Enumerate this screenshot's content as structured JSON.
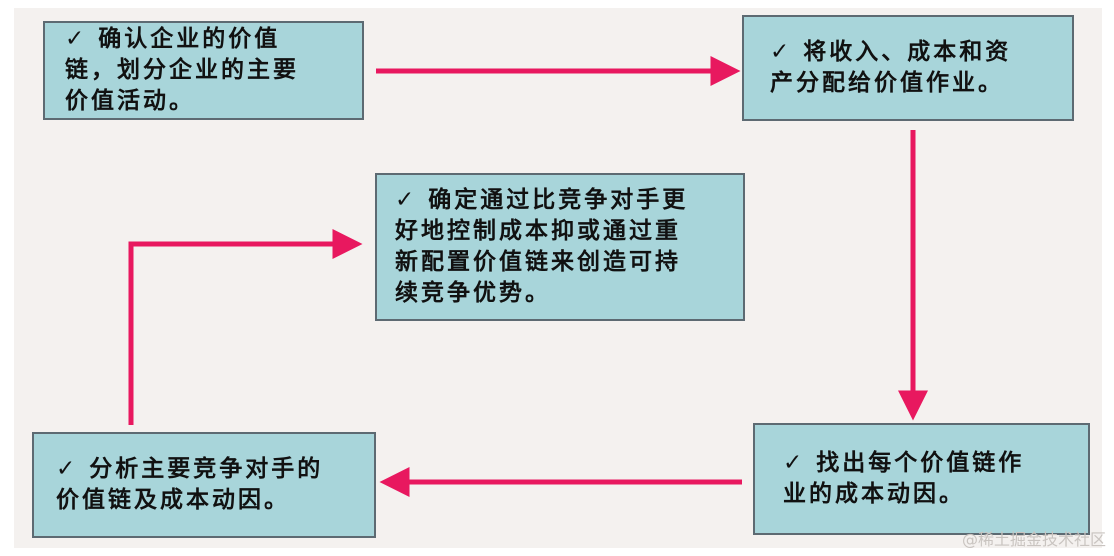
{
  "diagram": {
    "boxes": [
      {
        "id": "box1",
        "text": "✓ 确认企业的价值\n链，划分企业的主要\n价值活动。"
      },
      {
        "id": "box2",
        "text": "✓ 将收入、成本和资\n产分配给价值作业。"
      },
      {
        "id": "box3",
        "text": "✓ 找出每个价值链作\n业的成本动因。"
      },
      {
        "id": "box4",
        "text": "✓ 分析主要竞争对手的\n价值链及成本动因。"
      },
      {
        "id": "box5",
        "text": "✓ 确定通过比竞争对手更\n好地控制成本抑或通过重\n新配置价值链来创造可持\n续竞争优势。"
      }
    ],
    "connectors": [
      {
        "from": "box1",
        "to": "box2"
      },
      {
        "from": "box2",
        "to": "box3"
      },
      {
        "from": "box3",
        "to": "box4"
      },
      {
        "from": "box4",
        "to": "box5"
      }
    ],
    "arrow_color": "#e8185f",
    "box_fill": "#a8d5da",
    "box_border": "#5d6a72"
  },
  "watermark": "@稀土掘金技术社区"
}
